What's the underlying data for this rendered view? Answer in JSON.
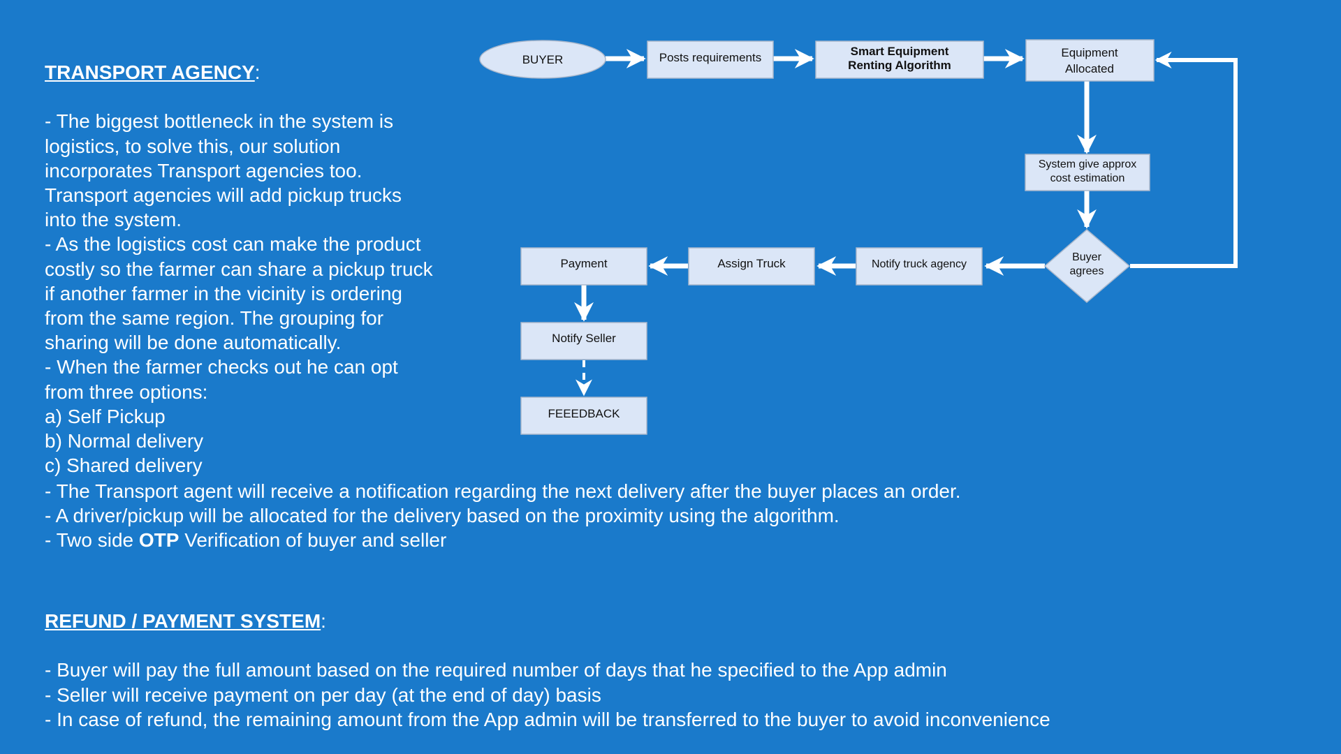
{
  "colors": {
    "background": "#1a7acb",
    "node_fill": "#dbe6f7",
    "arrow": "#ffffff",
    "text": "#ffffff"
  },
  "transport": {
    "heading": "TRANSPORT AGENCY",
    "heading_suffix": ":",
    "lines": [
      "- The biggest bottleneck in the system is",
      "logistics, to solve this, our solution",
      "incorporates Transport agencies too.",
      "Transport agencies will add pickup trucks",
      "into the system.",
      "- As the logistics cost can make the product",
      "costly so the farmer can share a pickup truck",
      "if another farmer in the vicinity is ordering",
      "from the same region. The grouping for",
      "sharing will be done automatically.",
      "- When the farmer checks out he can opt",
      "from three options:",
      "a) Self Pickup",
      "b) Normal delivery",
      "c) Shared delivery"
    ],
    "wide_lines": [
      "- The Transport agent will receive a notification regarding the next delivery after the buyer places an order.",
      "- A driver/pickup will be allocated for the delivery based on the proximity using the algorithm."
    ],
    "otp_prefix": "- Two side ",
    "otp_bold": "OTP",
    "otp_suffix": " Verification of buyer and seller"
  },
  "refund": {
    "heading": "REFUND / PAYMENT SYSTEM",
    "heading_suffix": ":",
    "lines": [
      "- Buyer will pay the full amount based on the required number of days that he specified to the App admin",
      "- Seller will receive payment on per day (at the end of day) basis",
      "- In case of refund, the remaining amount from the App admin will be transferred to the buyer to avoid inconvenience"
    ]
  },
  "flowchart": {
    "buyer": "BUYER",
    "posts_requirements": "Posts requirements",
    "algorithm_line1": "Smart Equipment",
    "algorithm_line2": "Renting Algorithm",
    "allocated_line1": "Equipment",
    "allocated_line2": "Allocated",
    "estimate_line1": "System give approx",
    "estimate_line2": "cost estimation",
    "decision_line1": "Buyer",
    "decision_line2": "agrees",
    "notify_truck": "Notify truck agency",
    "assign_truck": "Assign Truck",
    "payment": "Payment",
    "notify_seller": "Notify Seller",
    "feedback": "FEEEDBACK"
  }
}
